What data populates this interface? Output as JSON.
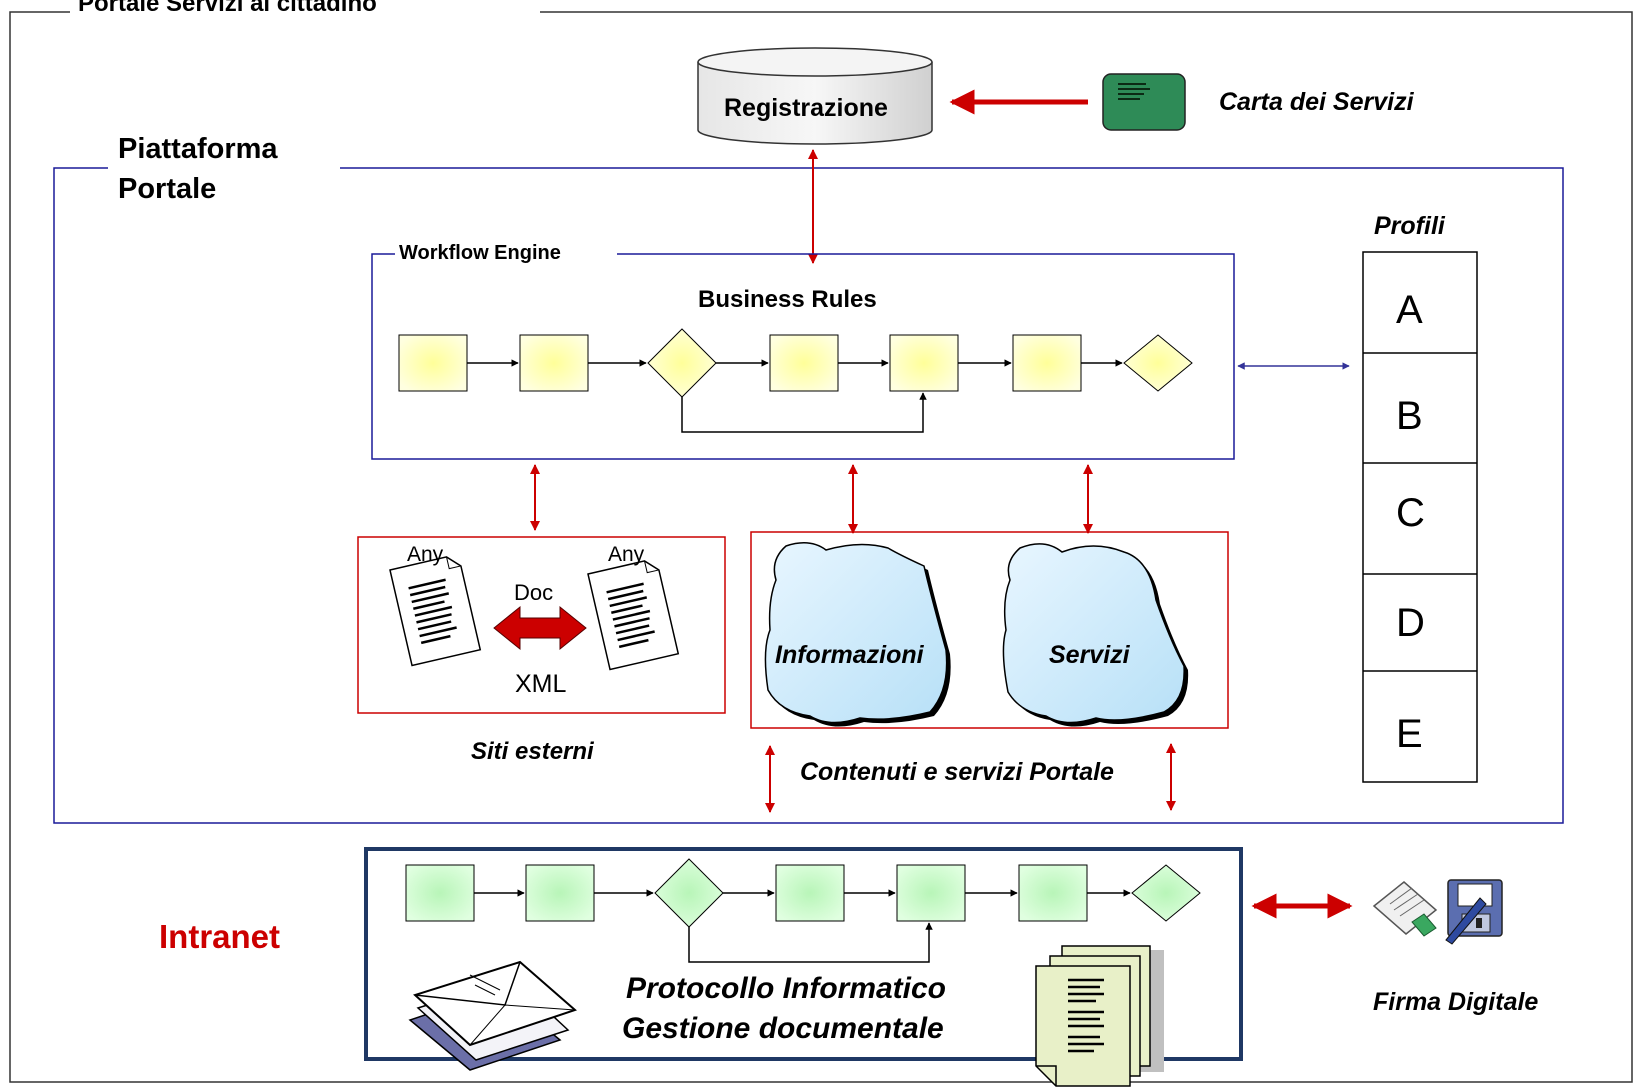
{
  "portal": {
    "title": "Portale Servizi al cittadino"
  },
  "registration": {
    "label": "Registrazione"
  },
  "service_charter": {
    "label": "Carta dei Servizi"
  },
  "platform": {
    "title_line1": "Piattaforma",
    "title_line2": "Portale"
  },
  "workflow": {
    "title": "Workflow Engine",
    "business_rules": "Business Rules"
  },
  "profiles": {
    "title": "Profili",
    "items": [
      "A",
      "B",
      "C",
      "D",
      "E"
    ]
  },
  "external_sites": {
    "any_left": "Any",
    "any_right": "Any",
    "doc": "Doc",
    "xml": "XML",
    "caption": "Siti esterni"
  },
  "portal_content": {
    "info": "Informazioni",
    "services": "Servizi",
    "caption": "Contenuti e servizi Portale"
  },
  "intranet": {
    "label": "Intranet",
    "line1": "Protocollo Informatico",
    "line2": "Gestione documentale"
  },
  "digital_signature": {
    "label": "Firma Digitale"
  },
  "colors": {
    "red_arrow": "#cc0000",
    "blue_frame": "#1a1a99",
    "navy_frame": "#1f3864",
    "yellow_box": "#ffffc0",
    "green_box": "#ccffcc",
    "card_green": "#2e8b57",
    "cloud_blue": "#cfe9fa",
    "intranet_red": "#cc0000"
  },
  "icons": [
    "database-cylinder-icon",
    "card-icon",
    "document-icon",
    "cloud-icon",
    "envelope-icon",
    "document-stack-icon",
    "signature-icon",
    "floppy-disk-icon"
  ]
}
